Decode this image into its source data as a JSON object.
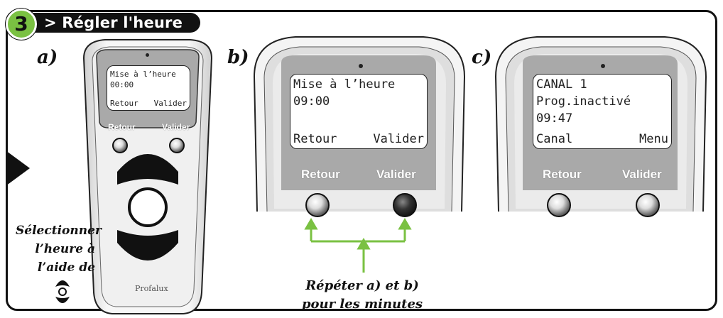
{
  "section": {
    "step_number": "3",
    "title": "> Régler l'heure"
  },
  "panels": {
    "a": {
      "label": "a)",
      "screen_line1": "Mise à l’heure",
      "screen_line2": "00:00",
      "screen_left_soft": "Retour",
      "screen_right_soft": "Valider",
      "button_left_label": "Retour",
      "button_right_label": "Valider",
      "brand": "Profalux"
    },
    "b": {
      "label": "b)",
      "screen_line1": "Mise à l’heure",
      "screen_line2": "09:00",
      "screen_left_soft": "Retour",
      "screen_right_soft": "Valider",
      "button_left_label": "Retour",
      "button_right_label": "Valider"
    },
    "c": {
      "label": "c)",
      "screen_line1": "CANAL 1",
      "screen_line2": "Prog.inactivé",
      "screen_line3": "09:47",
      "screen_left_soft": "Canal",
      "screen_right_soft": "Menu",
      "button_left_label": "Retour",
      "button_right_label": "Valider"
    }
  },
  "instruction_select": "Sélectionner l’heure à l’aide de",
  "instruction_repeat": "Répéter a) et b) pour les minutes",
  "colors": {
    "accent_green": "#7ac142",
    "frame_black": "#111111",
    "device_gray": "#cfcfcf"
  }
}
